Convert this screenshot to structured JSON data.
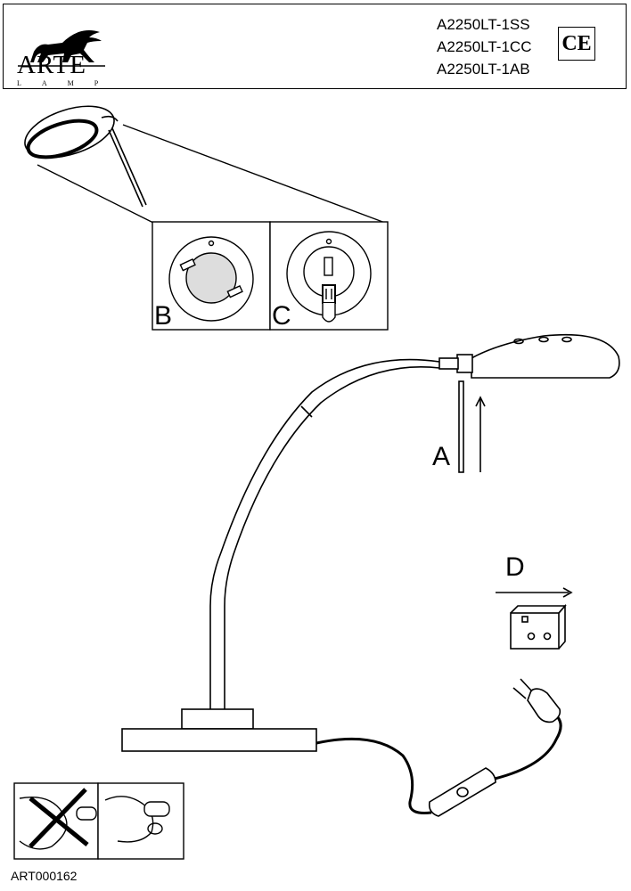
{
  "brand": {
    "name": "ARTE",
    "sub": "LAMP"
  },
  "models": [
    "A2250LT-1SS",
    "A2250LT-1CC",
    "A2250LT-1AB"
  ],
  "certification": "CE",
  "icons": [
    "lion-logo-icon",
    "halogen-bulb-icon",
    "wall-socket-icon",
    "plug-icon",
    "cord-switch-icon",
    "no-bare-hands-icon"
  ],
  "labels": {
    "a": "A",
    "b": "B",
    "c": "C",
    "d": "D"
  },
  "article_code": "ART000162"
}
